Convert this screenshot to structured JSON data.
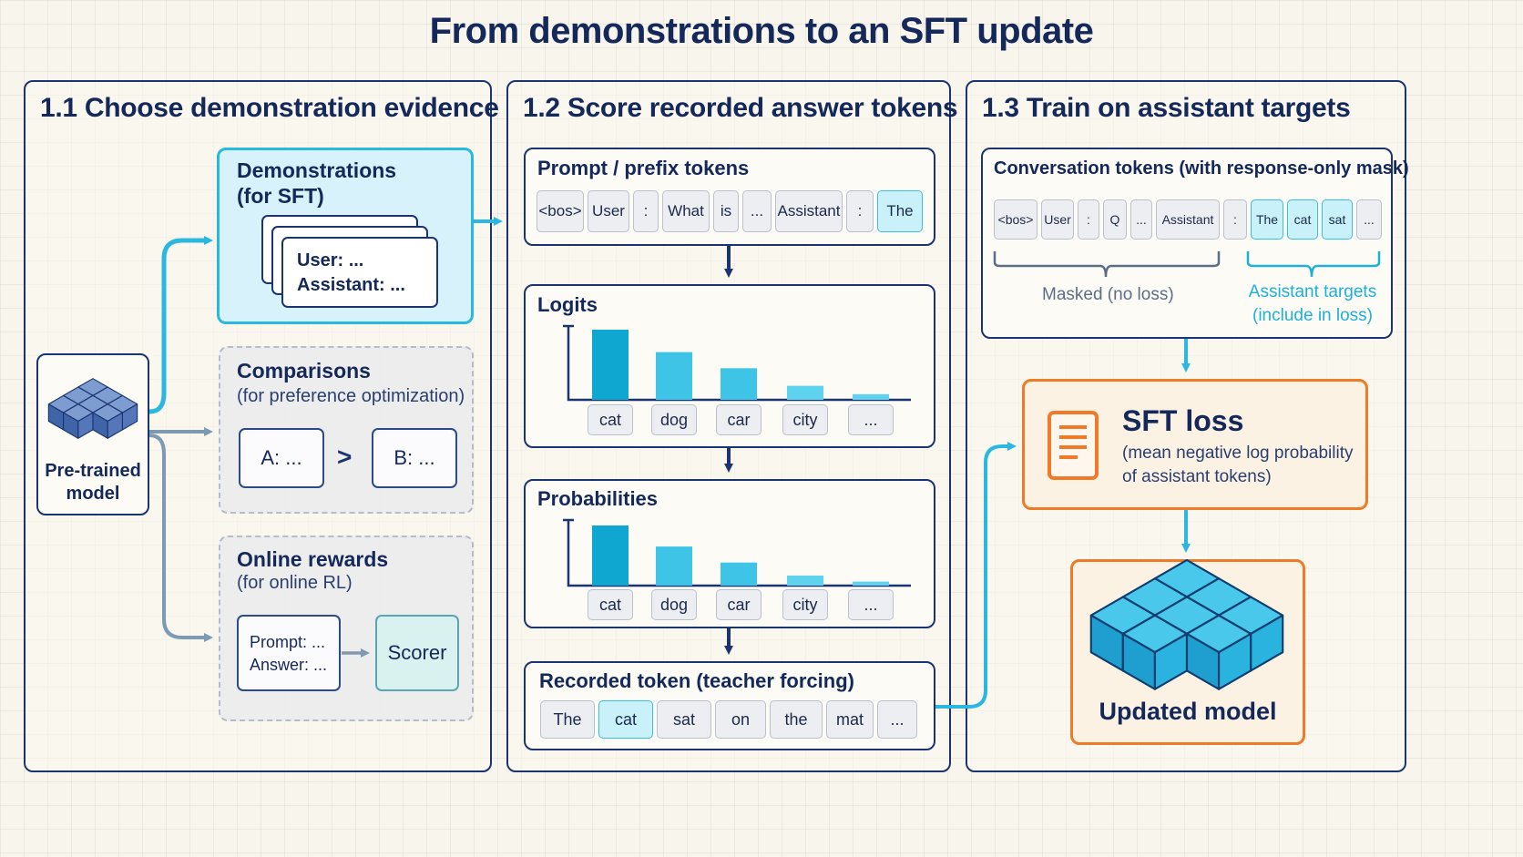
{
  "title": "From demonstrations to an SFT update",
  "panel1": {
    "title": "1.1 Choose demonstration evidence",
    "model_label_1": "Pre-trained",
    "model_label_2": "model",
    "demos": {
      "title_1": "Demonstrations",
      "title_2": "(for SFT)",
      "card_user": "User: ...",
      "card_assistant": "Assistant: ..."
    },
    "comparisons": {
      "title": "Comparisons",
      "sub": "(for preference optimization)",
      "a": "A: ...",
      "gt": ">",
      "b": "B: ..."
    },
    "online": {
      "title": "Online rewards",
      "sub": "(for online RL)",
      "prompt": "Prompt: ...",
      "answer": "Answer: ...",
      "scorer": "Scorer"
    }
  },
  "panel2": {
    "title": "1.2 Score recorded answer tokens",
    "prompt": {
      "title": "Prompt / prefix tokens",
      "tokens": [
        "<bos>",
        "User",
        ":",
        "What",
        "is",
        "...",
        "Assistant",
        ":",
        "The"
      ]
    },
    "logits": {
      "title": "Logits",
      "labels": [
        "cat",
        "dog",
        "car",
        "city",
        "..."
      ]
    },
    "probs": {
      "title": "Probabilities",
      "labels": [
        "cat",
        "dog",
        "car",
        "city",
        "..."
      ]
    },
    "recorded": {
      "title": "Recorded token (teacher forcing)",
      "tokens": [
        "The",
        "cat",
        "sat",
        "on",
        "the",
        "mat",
        "..."
      ]
    }
  },
  "panel3": {
    "title": "1.3 Train on assistant targets",
    "conv": {
      "title": "Conversation tokens (with response-only mask)",
      "tokens": [
        "<bos>",
        "User",
        ":",
        "Q",
        "...",
        "Assistant",
        ":",
        "The",
        "cat",
        "sat",
        "..."
      ],
      "masked": "Masked (no loss)",
      "targets_1": "Assistant targets",
      "targets_2": "(include in loss)"
    },
    "loss": {
      "title": "SFT loss",
      "sub_1": "(mean negative log probability",
      "sub_2": "of assistant tokens)"
    },
    "updated": "Updated model"
  },
  "chart_data": [
    {
      "type": "bar",
      "title": "Logits",
      "categories": [
        "cat",
        "dog",
        "car",
        "city",
        "..."
      ],
      "values": [
        1.0,
        0.68,
        0.45,
        0.2,
        0.08
      ]
    },
    {
      "type": "bar",
      "title": "Probabilities",
      "categories": [
        "cat",
        "dog",
        "car",
        "city",
        "..."
      ],
      "values": [
        0.6,
        0.39,
        0.23,
        0.1,
        0.04
      ]
    }
  ],
  "colors": {
    "navy": "#1b3470",
    "cyan": "#2bb8e0",
    "orange": "#ef7a27",
    "gray_arrow": "#7e9ab2"
  }
}
